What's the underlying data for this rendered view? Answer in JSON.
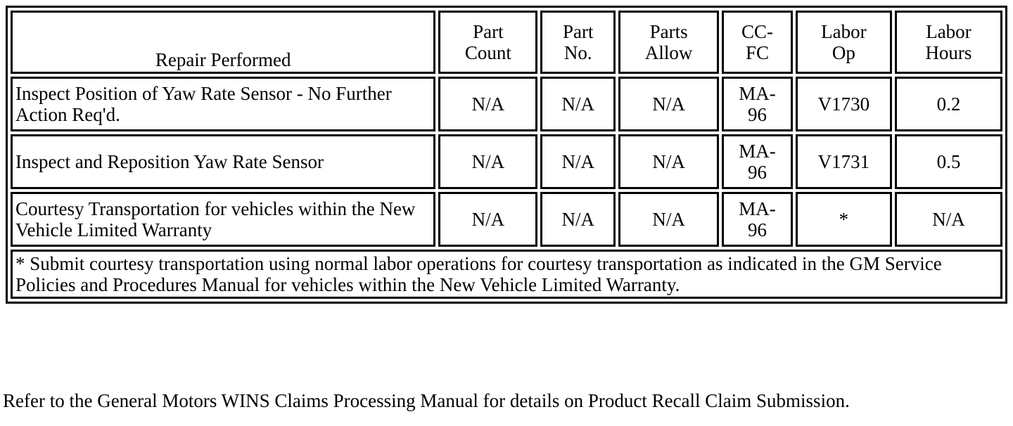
{
  "table": {
    "headers": [
      "Repair Performed",
      "Part Count",
      "Part No.",
      "Parts Allow",
      "CC-FC",
      "Labor Op",
      "Labor Hours"
    ],
    "header_lines": {
      "part_count": [
        "Part",
        "Count"
      ],
      "part_no": [
        "Part",
        "No."
      ],
      "parts_allow": [
        "Parts",
        "Allow"
      ],
      "cc_fc": [
        "CC-",
        "FC"
      ],
      "labor_op": [
        "Labor",
        "Op"
      ],
      "labor_hours": [
        "Labor",
        "Hours"
      ]
    },
    "rows": [
      {
        "repair": "Inspect Position of Yaw Rate Sensor - No Further Action Req'd.",
        "part_count": "N/A",
        "part_no": "N/A",
        "parts_allow": "N/A",
        "cc_fc_line1": "MA-",
        "cc_fc_line2": "96",
        "labor_op": "V1730",
        "labor_hours": "0.2"
      },
      {
        "repair": "Inspect and Reposition Yaw Rate Sensor",
        "part_count": "N/A",
        "part_no": "N/A",
        "parts_allow": "N/A",
        "cc_fc_line1": "MA-",
        "cc_fc_line2": "96",
        "labor_op": "V1731",
        "labor_hours": "0.5"
      },
      {
        "repair": "Courtesy Transportation for vehicles within the New Vehicle Limited Warranty",
        "part_count": "N/A",
        "part_no": "N/A",
        "parts_allow": "N/A",
        "cc_fc_line1": "MA-",
        "cc_fc_line2": "96",
        "labor_op": "*",
        "labor_hours": "N/A"
      }
    ],
    "footnote": "* Submit courtesy transportation using normal labor operations for courtesy transportation as indicated in the GM Service Policies and Procedures Manual for vehicles within the New Vehicle Limited Warranty."
  },
  "closing_note": "Refer to the General Motors WINS Claims Processing Manual for details on Product Recall Claim Submission.",
  "colors": {
    "text": "#000000",
    "background": "#ffffff",
    "border": "#000000"
  }
}
